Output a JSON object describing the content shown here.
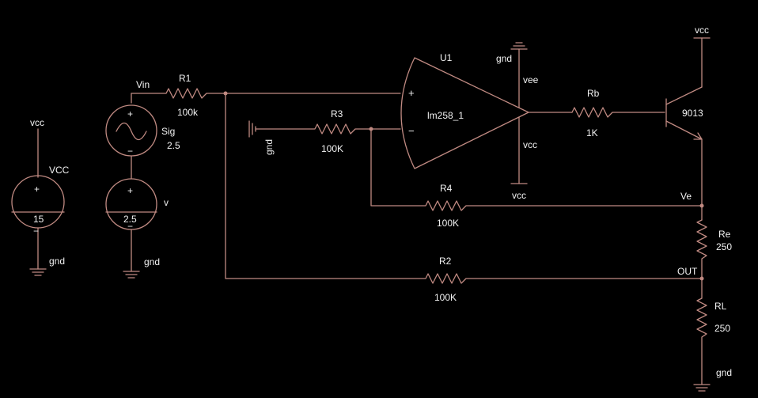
{
  "labels": {
    "vcc_src_net": "vcc",
    "vcc_src_name": "VCC",
    "vcc_src_value": "15",
    "vcc_src_gnd": "gnd",
    "vin_net": "Vin",
    "sig_name": "Sig",
    "sig_value": "2.5",
    "v_name": "v",
    "v_value": "2.5",
    "v_gnd": "gnd",
    "r1_name": "R1",
    "r1_value": "100k",
    "r3_name": "R3",
    "r3_value": "100K",
    "r3_gnd": "gnd",
    "u1_name": "U1",
    "u1_part": "lm258_1",
    "u1_plus": "+",
    "u1_minus": "−",
    "u1_top_gnd": "gnd",
    "u1_vee": "vee",
    "u1_vcc_pin": "vcc",
    "u1_bottom_vcc": "vcc",
    "rb_name": "Rb",
    "rb_value": "1K",
    "q_vcc": "vcc",
    "q_part": "9013",
    "ve_net": "Ve",
    "r4_name": "R4",
    "r4_value": "100K",
    "re_name": "Re",
    "re_value": "250",
    "out_net": "OUT",
    "r2_name": "R2",
    "r2_value": "100K",
    "rl_name": "RL",
    "rl_value": "250",
    "rl_gnd": "gnd",
    "plus_sign": "+",
    "minus_sign": "−"
  },
  "colors": {
    "background": "#000000",
    "wire": "#c08a82",
    "text": "#f2f2f2"
  }
}
